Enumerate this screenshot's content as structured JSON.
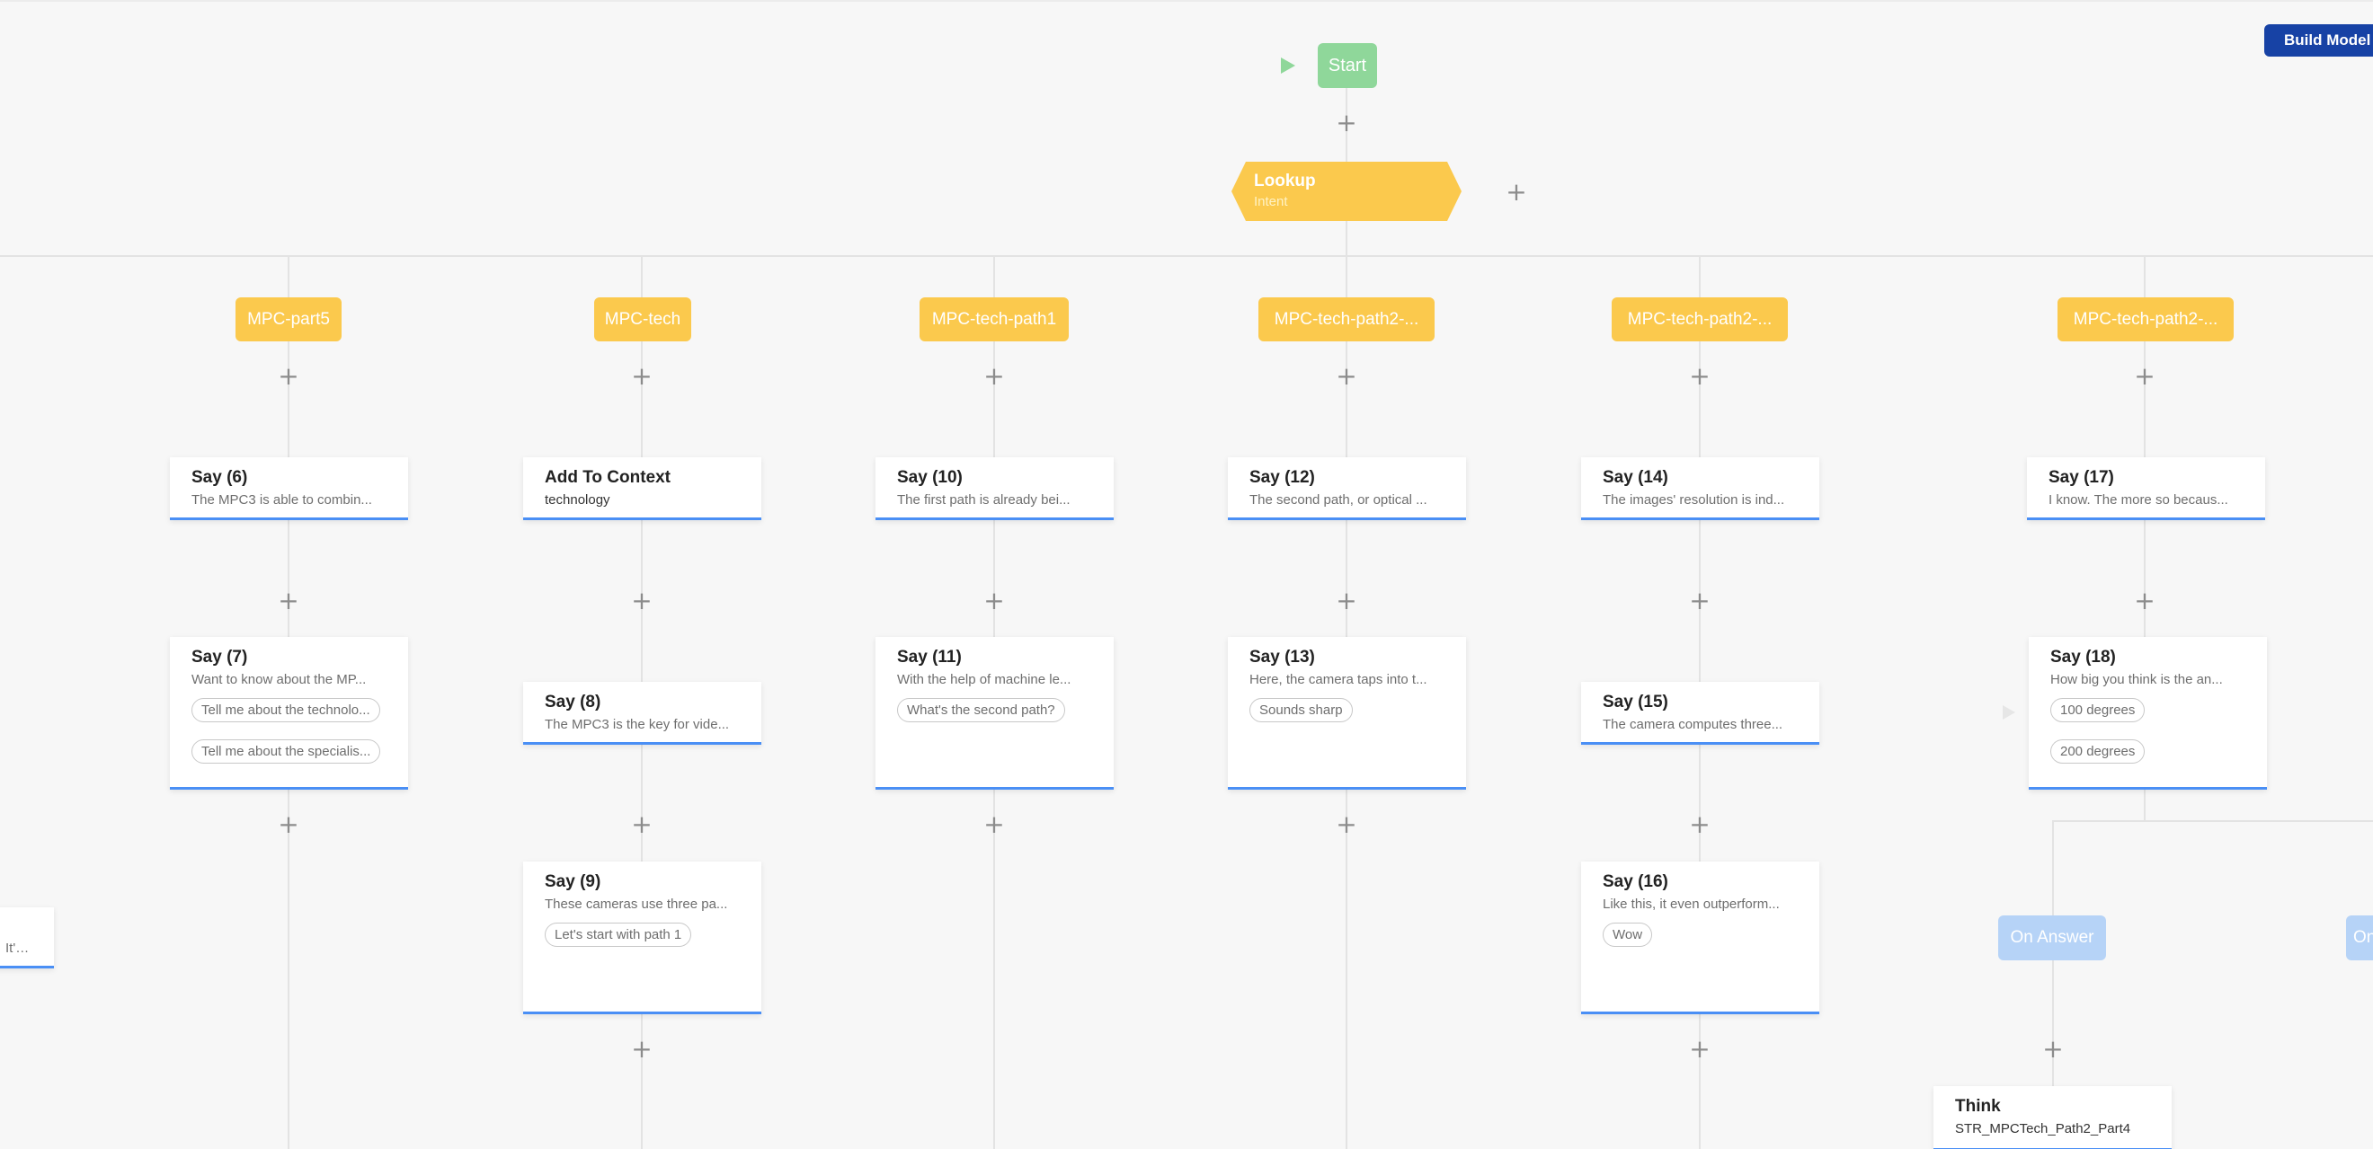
{
  "toolbar": {
    "build_model_label": "Build Model"
  },
  "start": {
    "label": "Start"
  },
  "lookup": {
    "title": "Lookup",
    "subtitle": "Intent"
  },
  "intents": [
    {
      "label": "MPC-part5"
    },
    {
      "label": "MPC-tech"
    },
    {
      "label": "MPC-tech-path1"
    },
    {
      "label": "MPC-tech-path2-..."
    },
    {
      "label": "MPC-tech-path2-..."
    },
    {
      "label": "MPC-tech-path2-..."
    }
  ],
  "cards": {
    "partial_left": {
      "sub": "It's..."
    },
    "say6": {
      "title": "Say (6)",
      "sub": "The MPC3 is able to combin..."
    },
    "say7": {
      "title": "Say (7)",
      "sub": "Want to know about the MP...",
      "chips": [
        "Tell me about the technolo...",
        "Tell me about the specialis..."
      ]
    },
    "add_context": {
      "title": "Add To Context",
      "sub": "technology"
    },
    "say8": {
      "title": "Say (8)",
      "sub": "The MPC3 is the key for vide..."
    },
    "say9": {
      "title": "Say (9)",
      "sub": "These cameras use three pa...",
      "chips": [
        "Let's start with path 1"
      ]
    },
    "say10": {
      "title": "Say (10)",
      "sub": "The first path is already bei..."
    },
    "say11": {
      "title": "Say (11)",
      "sub": "With the help of machine le...",
      "chips": [
        "What's the second path?"
      ]
    },
    "say12": {
      "title": "Say (12)",
      "sub": "The second path, or optical ..."
    },
    "say13": {
      "title": "Say (13)",
      "sub": "Here, the camera taps into t...",
      "chips": [
        "Sounds sharp"
      ]
    },
    "say14": {
      "title": "Say (14)",
      "sub": "The images' resolution is ind..."
    },
    "say15": {
      "title": "Say (15)",
      "sub": "The camera computes three..."
    },
    "say16": {
      "title": "Say (16)",
      "sub": "Like this, it even outperform...",
      "chips": [
        "Wow"
      ]
    },
    "say17": {
      "title": "Say (17)",
      "sub": "I know. The more so becaus..."
    },
    "say18": {
      "title": "Say (18)",
      "sub": "How big you think is the an...",
      "chips": [
        "100 degrees",
        "200 degrees"
      ]
    },
    "think": {
      "title": "Think",
      "sub": "STR_MPCTech_Path2_Part4"
    }
  },
  "answers": [
    {
      "label": "On Answer"
    },
    {
      "label": "On"
    }
  ],
  "colors": {
    "start_green": "#8fd79a",
    "intent_yellow": "#fbc94d",
    "card_accent_blue": "#4a8ff5",
    "build_button_blue": "#1742a5",
    "on_answer_blue": "#b6d3f7"
  }
}
